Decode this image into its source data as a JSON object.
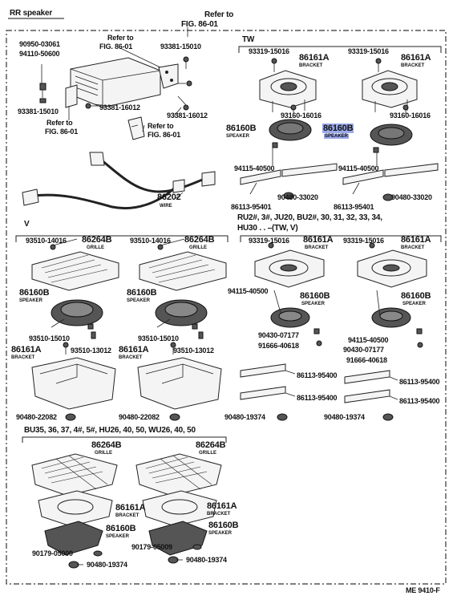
{
  "header": {
    "title": "RR speaker",
    "refer_top": "Refer to",
    "refer_top_fig": "FIG. 86-01",
    "footer_code": "ME 9410-F"
  },
  "sections": {
    "tw": "TW",
    "v": "V",
    "ru2_line1": "RU2#, 3#, JU20, BU2#, 30, 31, 32, 33, 34,",
    "ru2_line2": "HU30 . . –(TW, V)",
    "bu35": "BU35, 36, 37, 4#, 5#, HU26, 40, 50, WU26, 40, 50"
  },
  "labels": {
    "p90950": "90950-03061",
    "p94110": "94110-50600",
    "refer1": "Refer to",
    "refer1_fig": "FIG. 86-01",
    "p93381_15010a": "93381-15010",
    "p93381_15010b": "93381-15010",
    "p93381_16012a": "93381-16012",
    "p93381_16012b": "93381-16012",
    "refer2": "Refer to",
    "refer2_fig": "FIG. 86-01",
    "refer3": "Refer to",
    "refer3_fig": "FIG. 86-01",
    "p86202": "86202",
    "wire": "WIRE",
    "tw_93319a": "93319-15016",
    "tw_93319b": "93319-15016",
    "tw_86161a_a": "86161A",
    "tw_86161a_b": "86161A",
    "bracket": "BRACKET",
    "tw_93160a": "93160-16016",
    "tw_93160b": "93160-16016",
    "tw_86160b_a": "86160B",
    "tw_86160b_b": "86160B",
    "speaker": "SPEAKER",
    "tw_94115a": "94115-40500",
    "tw_94115b": "94115-40500",
    "tw_86113a": "86113-95401",
    "tw_86113b": "86113-95401",
    "tw_90480a": "90480-33020",
    "tw_90480b": "90480-33020",
    "v_93510_14016a": "93510-14016",
    "v_93510_14016b": "93510-14016",
    "v_86264b_a": "86264B",
    "v_86264b_b": "86264B",
    "grille": "GRILLE",
    "v_86160b_a": "86160B",
    "v_86160b_b": "86160B",
    "v_93510_15010a": "93510-15010",
    "v_93510_15010b": "93510-15010",
    "v_93510_13012a": "93510-13012",
    "v_93510_13012b": "93510-13012",
    "v_86161a_a": "86161A",
    "v_86161a_b": "86161A",
    "v_90480_22082a": "90480-22082",
    "v_90480_22082b": "90480-22082",
    "r_93319a": "93319-15016",
    "r_93319b": "93319-15016",
    "r_86161a_a": "86161A",
    "r_86161a_b": "86161A",
    "r_94115a": "94115-40500",
    "r_94115b": "94115-40500",
    "r_86160b_a": "86160B",
    "r_86160b_b": "86160B",
    "r_90430a": "90430-07177",
    "r_90430b": "90430-07177",
    "r_91666a": "91666-40618",
    "r_91666b": "91666-40618",
    "r_86113a": "86113-95400",
    "r_86113b": "86113-95400",
    "r_86113c": "86113-95400",
    "r_86113d": "86113-95400",
    "r_90480a": "90480-19374",
    "r_90480b": "90480-19374",
    "b_86264b_a": "86264B",
    "b_86264b_b": "86264B",
    "b_86161a_a": "86161A",
    "b_86161a_b": "86161A",
    "b_86160b_a": "86160B",
    "b_86160b_b": "86160B",
    "b_90179a": "90179-05009",
    "b_90179b": "90179-05009",
    "b_90480a": "90480-19374",
    "b_90480b": "90480-19374"
  },
  "colors": {
    "highlight": "#9aa8ec",
    "ink": "#111111"
  }
}
